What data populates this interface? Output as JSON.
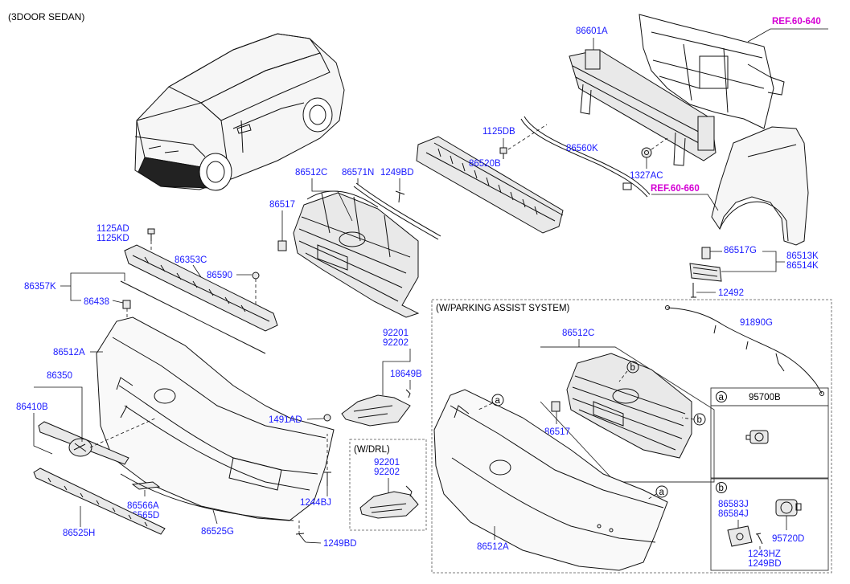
{
  "header": {
    "model": "(3DOOR SEDAN)"
  },
  "refs": {
    "ref_top": "REF.60-640",
    "ref_fender": "REF.60-660"
  },
  "sections": {
    "parking_assist": "(W/PARKING ASSIST SYSTEM)",
    "drl": "(W/DRL)"
  },
  "callout_letters": {
    "a": "a",
    "b": "b"
  },
  "labels": {
    "p86601A": "86601A",
    "p1125DB": "1125DB",
    "p86560K": "86560K",
    "p86520B": "86520B",
    "p1327AC": "1327AC",
    "p86512C_main": "86512C",
    "p86571N": "86571N",
    "p1249BD_top": "1249BD",
    "p86517_main": "86517",
    "p1125AD": "1125AD",
    "p1125KD": "1125KD",
    "p86353C": "86353C",
    "p86590": "86590",
    "p86357K": "86357K",
    "p86438": "86438",
    "p86512A_main": "86512A",
    "p86350": "86350",
    "p86410B": "86410B",
    "p92201": "92201",
    "p92202": "92202",
    "p18649B": "18649B",
    "p1491AD": "1491AD",
    "p92201_drl": "92201",
    "p92202_drl": "92202",
    "p1244BJ": "1244BJ",
    "p86566A": "86566A",
    "p86565D": "86565D",
    "p86525H": "86525H",
    "p86525G": "86525G",
    "p1249BD_bottom": "1249BD",
    "p86517G": "86517G",
    "p86513K": "86513K",
    "p86514K": "86514K",
    "p12492": "12492",
    "p91890G": "91890G",
    "p86512C_pas": "86512C",
    "p86517_pas": "86517",
    "p86512A_pas": "86512A",
    "p95700B": "95700B",
    "p86583J": "86583J",
    "p86584J": "86584J",
    "p95720D": "95720D",
    "p1243HZ": "1243HZ",
    "p1249BD_box": "1249BD"
  },
  "colors": {
    "part_number": "#1a1aff",
    "reference": "#d400d4",
    "line": "#111111"
  }
}
